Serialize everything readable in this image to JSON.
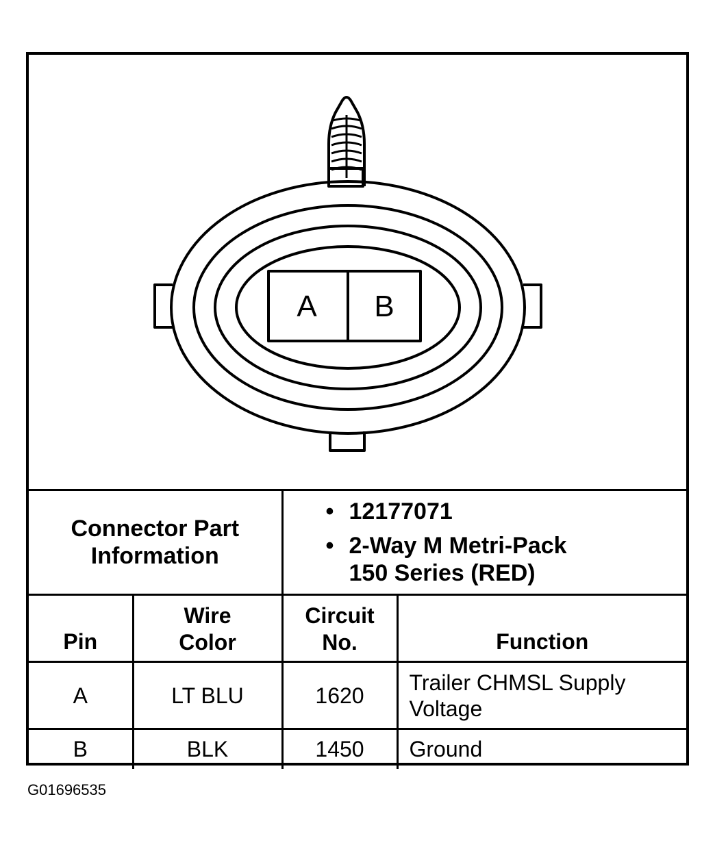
{
  "connector": {
    "pins": [
      {
        "label": "A"
      },
      {
        "label": "B"
      }
    ]
  },
  "part_info": {
    "label_line1": "Connector Part",
    "label_line2": "Information",
    "part_number": "12177071",
    "description_line1": "2-Way M Metri-Pack",
    "description_line2": "150 Series (RED)"
  },
  "table": {
    "headers": {
      "pin": "Pin",
      "wire_line1": "Wire",
      "wire_line2": "Color",
      "circuit_line1": "Circuit",
      "circuit_line2": "No.",
      "function": "Function"
    },
    "rows": [
      {
        "pin": "A",
        "wire_color": "LT BLU",
        "circuit": "1620",
        "function_line1": "Trailer CHMSL Supply",
        "function_line2": "Voltage"
      },
      {
        "pin": "B",
        "wire_color": "BLK",
        "circuit": "1450",
        "function_line1": "Ground",
        "function_line2": ""
      }
    ]
  },
  "figure_id": "G01696535"
}
